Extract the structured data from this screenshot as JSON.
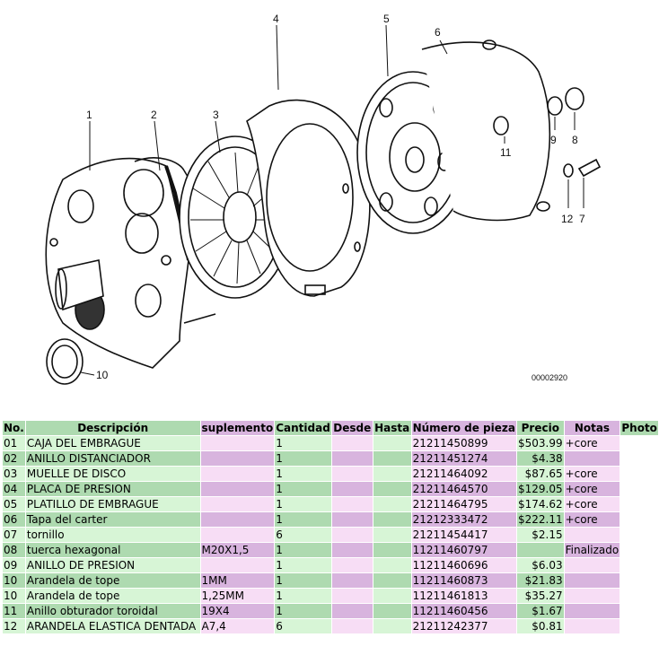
{
  "diagram": {
    "callouts": [
      "1",
      "2",
      "3",
      "4",
      "5",
      "6",
      "7",
      "8",
      "9",
      "10",
      "11",
      "12"
    ],
    "watermark": "00002920"
  },
  "table": {
    "headers": [
      "No.",
      "Descripción",
      "suplemento",
      "Cantidad",
      "Desde",
      "Hasta",
      "Número de pieza",
      "Precio",
      "Notas",
      "Photo"
    ],
    "rows": [
      {
        "no": "01",
        "desc": "CAJA DEL EMBRAGUE",
        "supl": "",
        "qty": "1",
        "desde": "",
        "hasta": "",
        "part": "21211450899",
        "price": "$503.99",
        "notes": "+core",
        "photo": ""
      },
      {
        "no": "02",
        "desc": "ANILLO DISTANCIADOR",
        "supl": "",
        "qty": "1",
        "desde": "",
        "hasta": "",
        "part": "21211451274",
        "price": "$4.38",
        "notes": "",
        "photo": ""
      },
      {
        "no": "03",
        "desc": "MUELLE DE DISCO",
        "supl": "",
        "qty": "1",
        "desde": "",
        "hasta": "",
        "part": "21211464092",
        "price": "$87.65",
        "notes": "+core",
        "photo": ""
      },
      {
        "no": "04",
        "desc": "PLACA DE PRESION",
        "supl": "",
        "qty": "1",
        "desde": "",
        "hasta": "",
        "part": "21211464570",
        "price": "$129.05",
        "notes": "+core",
        "photo": ""
      },
      {
        "no": "05",
        "desc": "PLATILLO DE EMBRAGUE",
        "supl": "",
        "qty": "1",
        "desde": "",
        "hasta": "",
        "part": "21211464795",
        "price": "$174.62",
        "notes": "+core",
        "photo": ""
      },
      {
        "no": "06",
        "desc": "Tapa del carter",
        "supl": "",
        "qty": "1",
        "desde": "",
        "hasta": "",
        "part": "21212333472",
        "price": "$222.11",
        "notes": "+core",
        "photo": ""
      },
      {
        "no": "07",
        "desc": "tornillo",
        "supl": "",
        "qty": "6",
        "desde": "",
        "hasta": "",
        "part": "21211454417",
        "price": "$2.15",
        "notes": "",
        "photo": ""
      },
      {
        "no": "08",
        "desc": "tuerca hexagonal",
        "supl": "M20X1,5",
        "qty": "1",
        "desde": "",
        "hasta": "",
        "part": "11211460797",
        "price": "",
        "notes": "Finalizado",
        "photo": ""
      },
      {
        "no": "09",
        "desc": "ANILLO DE PRESION",
        "supl": "",
        "qty": "1",
        "desde": "",
        "hasta": "",
        "part": "11211460696",
        "price": "$6.03",
        "notes": "",
        "photo": ""
      },
      {
        "no": "10",
        "desc": "Arandela de tope",
        "supl": "1MM",
        "qty": "1",
        "desde": "",
        "hasta": "",
        "part": "11211460873",
        "price": "$21.83",
        "notes": "",
        "photo": ""
      },
      {
        "no": "10",
        "desc": "Arandela de tope",
        "supl": "1,25MM",
        "qty": "1",
        "desde": "",
        "hasta": "",
        "part": "11211461813",
        "price": "$35.27",
        "notes": "",
        "photo": ""
      },
      {
        "no": "11",
        "desc": "Anillo obturador toroidal",
        "supl": "19X4",
        "qty": "1",
        "desde": "",
        "hasta": "",
        "part": "11211460456",
        "price": "$1.67",
        "notes": "",
        "photo": ""
      },
      {
        "no": "12",
        "desc": "ARANDELA ELASTICA DENTADA",
        "supl": "A7,4",
        "qty": "6",
        "desde": "",
        "hasta": "",
        "part": "21211242377",
        "price": "$0.81",
        "notes": "",
        "photo": ""
      }
    ]
  }
}
